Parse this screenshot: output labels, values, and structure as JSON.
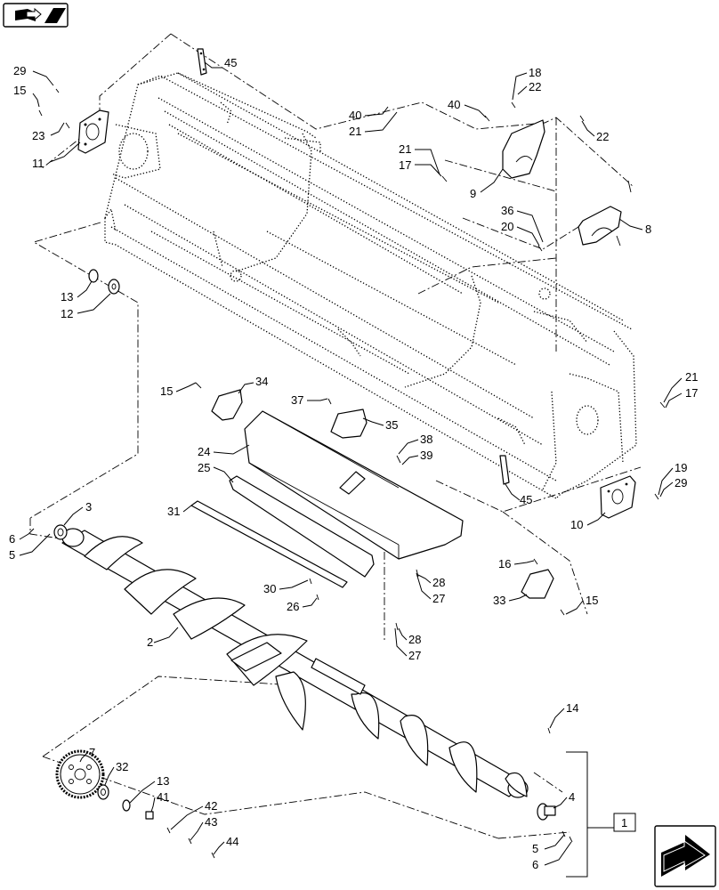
{
  "nav": {
    "back_icon": "book-arrow-icon",
    "forward_icon": "next-page-arrow-icon"
  },
  "callouts": [
    {
      "id": "c29a",
      "text": "29"
    },
    {
      "id": "c15a",
      "text": "15"
    },
    {
      "id": "c23",
      "text": "23"
    },
    {
      "id": "c11",
      "text": "11"
    },
    {
      "id": "c45a",
      "text": "45"
    },
    {
      "id": "c18",
      "text": "18"
    },
    {
      "id": "c22a",
      "text": "22"
    },
    {
      "id": "c40a",
      "text": "40"
    },
    {
      "id": "c21a",
      "text": "21"
    },
    {
      "id": "c40b",
      "text": "40"
    },
    {
      "id": "c22b",
      "text": "22"
    },
    {
      "id": "c21b",
      "text": "21"
    },
    {
      "id": "c17a",
      "text": "17"
    },
    {
      "id": "c9",
      "text": "9"
    },
    {
      "id": "c36",
      "text": "36"
    },
    {
      "id": "c20",
      "text": "20"
    },
    {
      "id": "c8",
      "text": "8"
    },
    {
      "id": "c13a",
      "text": "13"
    },
    {
      "id": "c12",
      "text": "12"
    },
    {
      "id": "c15b",
      "text": "15"
    },
    {
      "id": "c34",
      "text": "34"
    },
    {
      "id": "c37",
      "text": "37"
    },
    {
      "id": "c35",
      "text": "35"
    },
    {
      "id": "c24",
      "text": "24"
    },
    {
      "id": "c38",
      "text": "38"
    },
    {
      "id": "c39",
      "text": "39"
    },
    {
      "id": "c25",
      "text": "25"
    },
    {
      "id": "c21c",
      "text": "21"
    },
    {
      "id": "c17b",
      "text": "17"
    },
    {
      "id": "c45b",
      "text": "45"
    },
    {
      "id": "c19",
      "text": "19"
    },
    {
      "id": "c29b",
      "text": "29"
    },
    {
      "id": "c10",
      "text": "10"
    },
    {
      "id": "c3",
      "text": "3"
    },
    {
      "id": "c6a",
      "text": "6"
    },
    {
      "id": "c5a",
      "text": "5"
    },
    {
      "id": "c31",
      "text": "31"
    },
    {
      "id": "c16",
      "text": "16"
    },
    {
      "id": "c30",
      "text": "30"
    },
    {
      "id": "c28a",
      "text": "28"
    },
    {
      "id": "c27a",
      "text": "27"
    },
    {
      "id": "c26",
      "text": "26"
    },
    {
      "id": "c33",
      "text": "33"
    },
    {
      "id": "c15c",
      "text": "15"
    },
    {
      "id": "c2",
      "text": "2"
    },
    {
      "id": "c28b",
      "text": "28"
    },
    {
      "id": "c27b",
      "text": "27"
    },
    {
      "id": "c14",
      "text": "14"
    },
    {
      "id": "c7",
      "text": "7"
    },
    {
      "id": "c32",
      "text": "32"
    },
    {
      "id": "c13b",
      "text": "13"
    },
    {
      "id": "c41",
      "text": "41"
    },
    {
      "id": "c42",
      "text": "42"
    },
    {
      "id": "c43",
      "text": "43"
    },
    {
      "id": "c44",
      "text": "44"
    },
    {
      "id": "c4",
      "text": "4"
    },
    {
      "id": "c5b",
      "text": "5"
    },
    {
      "id": "c6b",
      "text": "6"
    },
    {
      "id": "c1",
      "text": "1"
    }
  ]
}
